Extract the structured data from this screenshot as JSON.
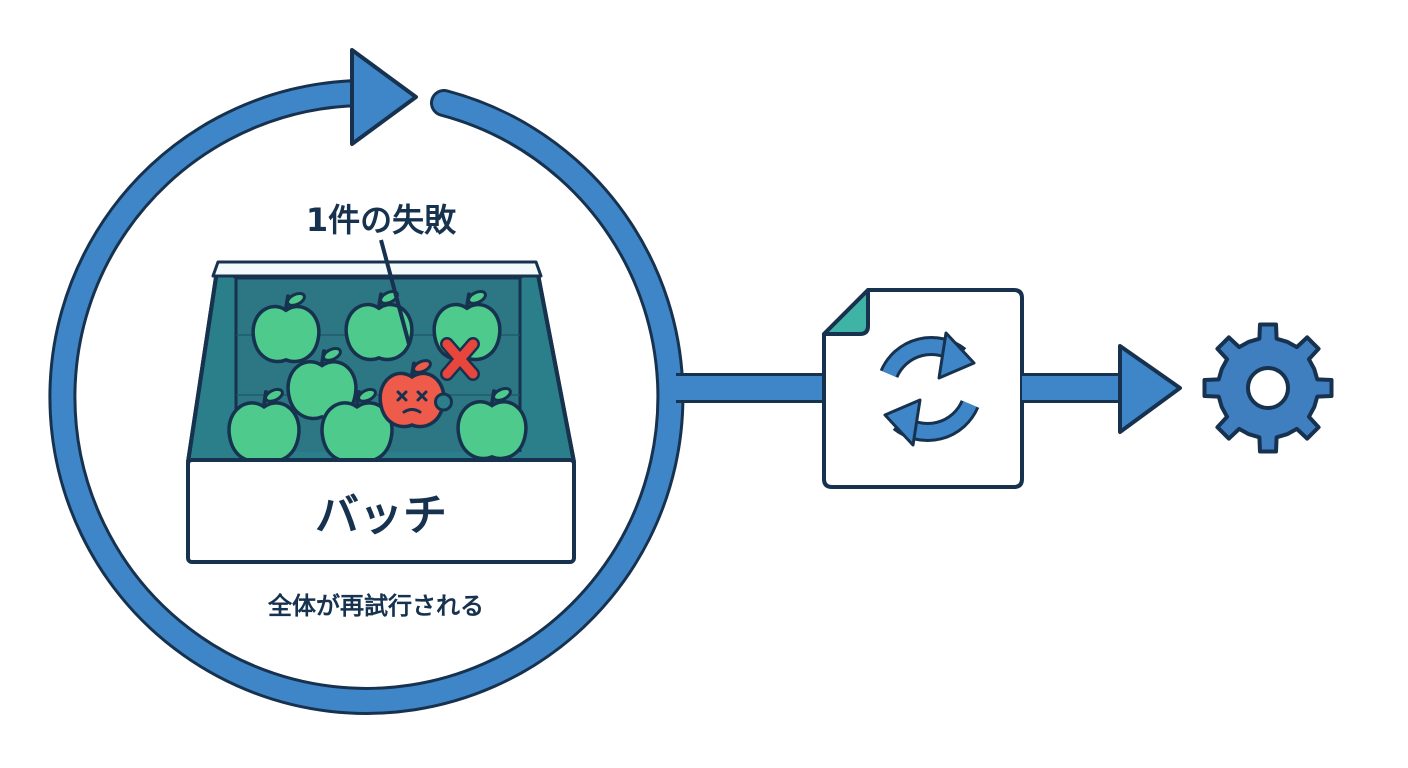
{
  "labels": {
    "failure_note": "1件の失敗",
    "batch": "バッチ",
    "retry_caption": "全体が再試行される"
  },
  "colors": {
    "loop_blue": "#3f86c8",
    "outline_navy": "#17324f",
    "box_teal": "#2a7f8a",
    "apple_green": "#4dca8c",
    "apple_bad_red": "#ee5b4b",
    "fail_cross_red": "#e8453c",
    "gear_blue": "#3f7fc0",
    "doc_corner_teal": "#3fb3a6"
  },
  "icons": {
    "document": "retry-document-icon",
    "gear": "gear-icon",
    "fail": "cross-icon"
  }
}
